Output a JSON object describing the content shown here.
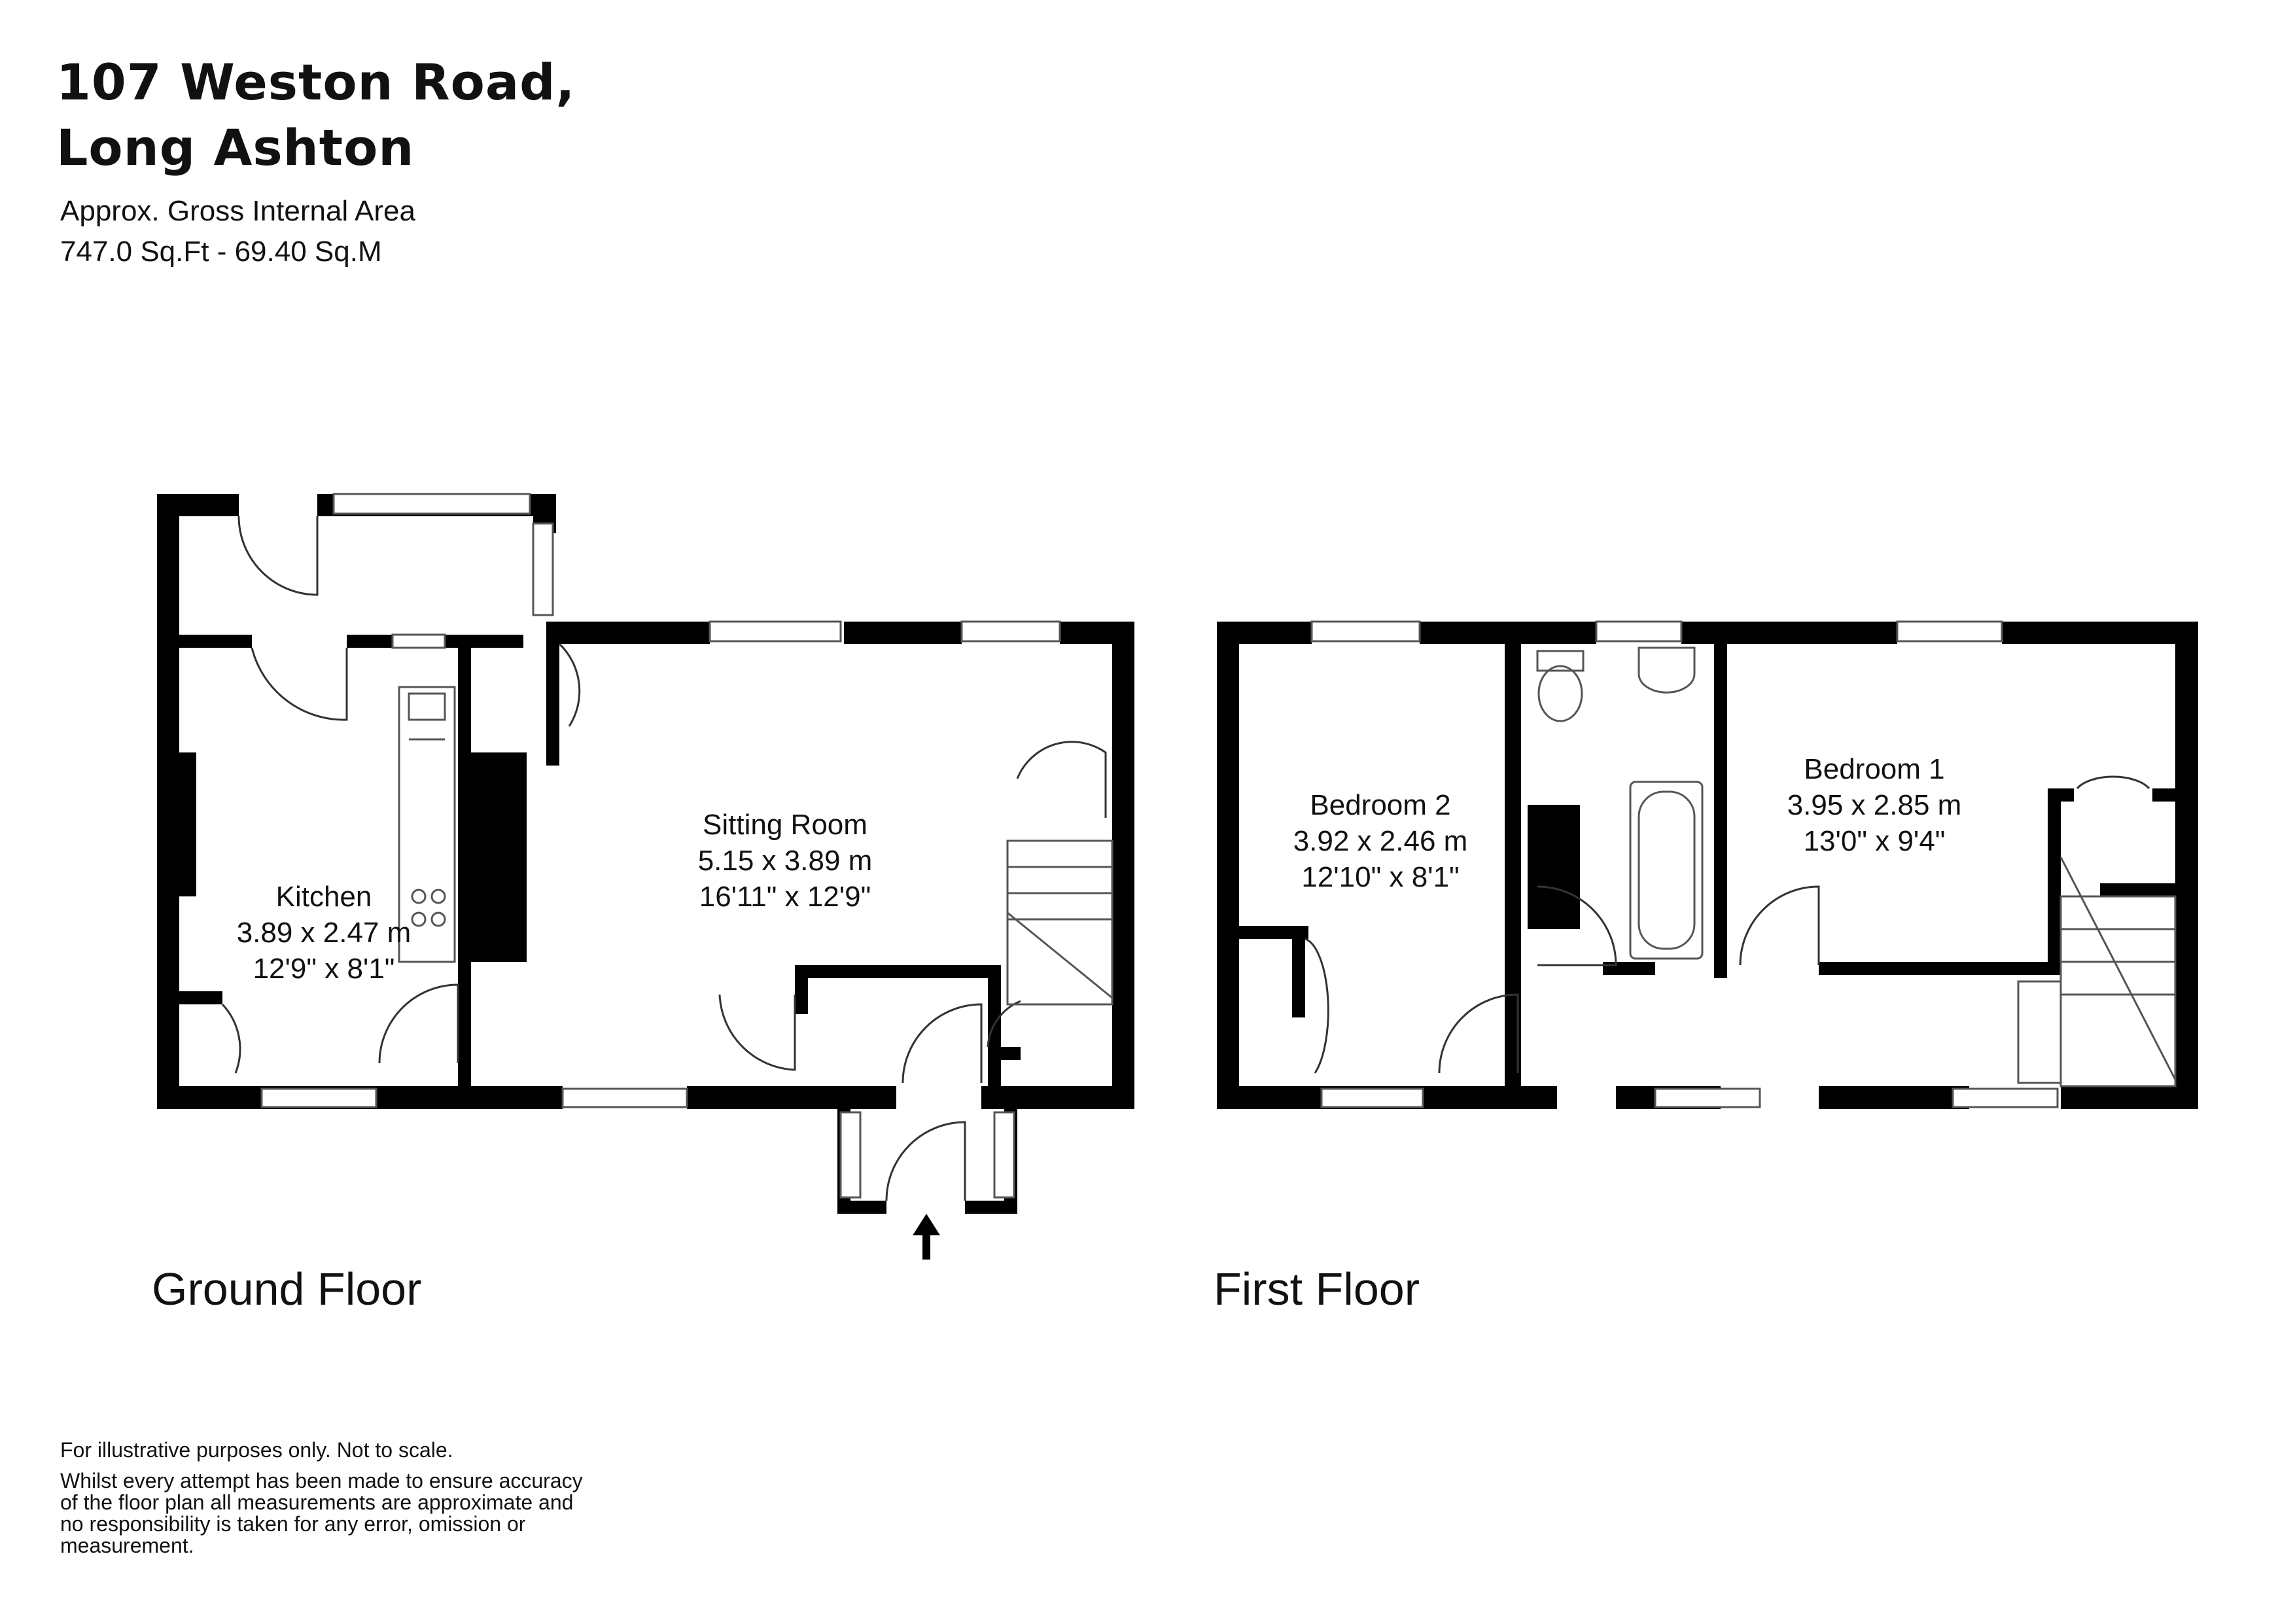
{
  "header": {
    "title_line1": "107 Weston Road,",
    "title_line2": "Long Ashton",
    "area_label": "Approx. Gross Internal Area",
    "area_value": "747.0 Sq.Ft - 69.40 Sq.M"
  },
  "floors": {
    "ground": {
      "label": "Ground Floor",
      "rooms": [
        {
          "name": "Kitchen",
          "metric": "3.89 x 2.47 m",
          "imperial": "12'9\" x 8'1\""
        },
        {
          "name": "Sitting Room",
          "metric": "5.15 x 3.89 m",
          "imperial": "16'11\" x 12'9\""
        }
      ]
    },
    "first": {
      "label": "First Floor",
      "rooms": [
        {
          "name": "Bedroom 2",
          "metric": "3.92 x 2.46 m",
          "imperial": "12'10\" x 8'1\""
        },
        {
          "name": "Bedroom 1",
          "metric": "3.95 x 2.85 m",
          "imperial": "13'0\" x 9'4\""
        }
      ]
    }
  },
  "disclaimer": {
    "line1": "For illustrative purposes only. Not to scale.",
    "line2": "Whilst every attempt has been made to ensure accuracy of the floor plan all measurements are approximate and no responsibility is taken for any error, omission or measurement."
  }
}
